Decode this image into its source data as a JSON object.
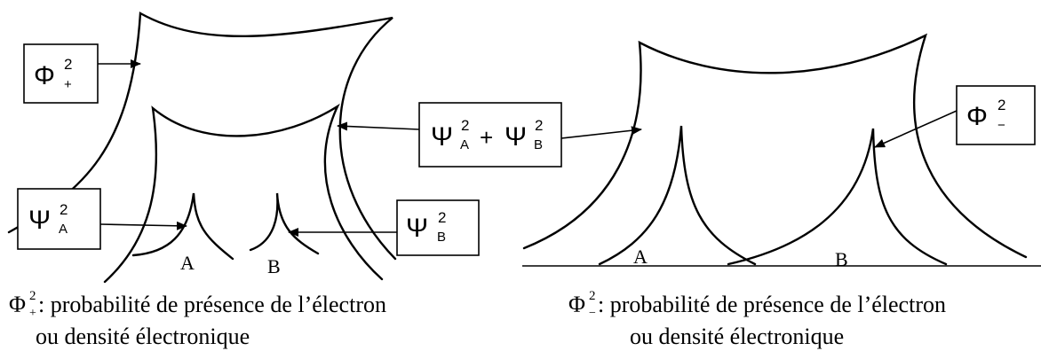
{
  "labels": {
    "phi_sym": "Φ",
    "psi_sym": "Ψ",
    "sq": "2",
    "plus_sub": "+",
    "minus_sub": "−",
    "sub_a": "A",
    "sub_b": "B",
    "plus_op": "+",
    "point_a": "A",
    "point_b": "B"
  },
  "captions": {
    "left_line1_sym": "Φ",
    "left_line1_sup": "2",
    "left_line1_sub": "+",
    "left_line1_text": " : probabilité de présence de l’électron",
    "left_line2": "ou densité électronique",
    "right_line1_sym": "Φ",
    "right_line1_sup": "2",
    "right_line1_sub": "−",
    "right_line1_text": " : probabilité de présence de l’électron",
    "right_line2": "ou densité électronique"
  }
}
